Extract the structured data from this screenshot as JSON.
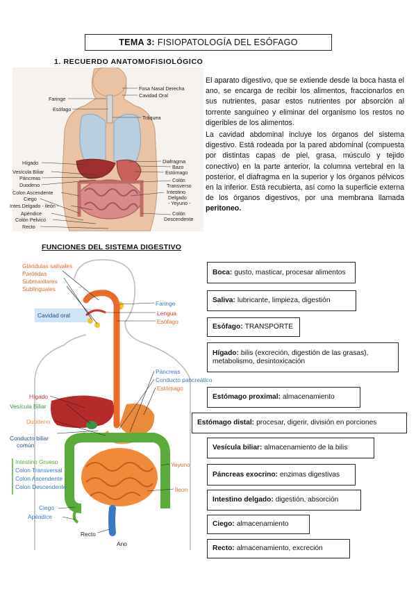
{
  "header": {
    "title_bold": "TEMA 3:",
    "title_rest": "FISIOPATOLOGÍA DEL ESÓFAGO"
  },
  "section1": {
    "heading": "1.   RECUERDO ANATOMOFISIOLÓGICO",
    "paragraph1": "El aparato digestivo, que se extiende desde la boca hasta el ano, se encarga de recibir los alimentos, fraccionarlos en sus nutrientes, pasar estos nutrientes por absorción al torrente sanguíneo y eliminar del organismo los restos no digeribles de los alimentos.",
    "paragraph2": "La cavidad abdominal incluye los órganos del sistema digestivo. Está rodeada por la pared abdominal (compuesta por distintas capas de piel, grasa, músculo y tejido conectivo) en la parte anterior, la columna vertebral en la posterior, el diafragma en la superior y los órganos pélvicos en la inferior. Está recubierta, así como la superficie externa de los órganos digestivos, por una membrana llamada",
    "paragraph2_bold": "peritoneo."
  },
  "figure1": {
    "labels_left": [
      "Faringe",
      "Esófago",
      "Hígado",
      "Vesícula Biliar",
      "Páncreas",
      "Duodeno",
      "Colon Ascendente",
      "Ciego",
      "Intes.Delgado - ileón -",
      "Apéndice",
      "Colón Pelvico",
      "Recto"
    ],
    "labels_right": [
      "Fosa Nasal Derecha",
      "Cavidad Oral",
      "Tráquea",
      "Diafragma",
      "Bazo",
      "Estómago",
      "Colón",
      "Transverso",
      "Intestino",
      "Delgado",
      "- Yeyuno -",
      "Colón",
      "Descendente"
    ]
  },
  "section2": {
    "heading": "FUNCIONES DEL SISTEMA DIGESTIVO"
  },
  "figure2": {
    "salivales_title": "Glándulas salivales",
    "salivales": [
      "Parótidas",
      "Submaxilares",
      "Sublinguales"
    ],
    "cavidad_oral": "Cavidad oral",
    "right_top": [
      "Faringe",
      "Lengua",
      "Esófago"
    ],
    "right_mid": [
      "Páncreas",
      "Conducto pancreático",
      "Estómago"
    ],
    "left_mid": [
      "Hígado",
      "Vesícula Biliar",
      "Duodeno",
      "Conducto biliar",
      "común"
    ],
    "intestino": [
      "Intestino Grueso",
      "Colon Transversal",
      "Colon Ascendente",
      "Colon Descendente"
    ],
    "right_low": [
      "Yeyuno",
      "Íleon"
    ],
    "bottom_left": [
      "Ciego",
      "Apéndice",
      "Recto"
    ],
    "ano": "Ano",
    "colors": {
      "salivales": "#e06a2c",
      "faringe": "#3a78c2",
      "lengua": "#d9342b",
      "higado": "#c23a35",
      "vesicula": "#3f8f4e",
      "duodeno": "#e88a3a",
      "intestino": "#5aaa3c"
    }
  },
  "functions": [
    {
      "bold": "Boca:",
      "text": "gusto, masticar, procesar alimentos"
    },
    {
      "bold": "Saliva:",
      "text": "lubricante, limpieza, digestión"
    },
    {
      "bold": "Esófago:",
      "text": "TRANSPORTE"
    },
    {
      "bold": "Hígado:",
      "text": "bilis (excreción, digestión de las grasas), metabolismo, desintoxicación"
    },
    {
      "bold": "Estómago proximal:",
      "text": "almacenamiento"
    },
    {
      "bold": "Estómago distal:",
      "text": "procesar, digerir, división en porciones"
    },
    {
      "bold": "Vesícula biliar:",
      "text": "almacenamiento de la bilis"
    },
    {
      "bold": "Páncreas exocrino:",
      "text": "enzimas digestivas"
    },
    {
      "bold": "Intestino delgado:",
      "text": "digestión, absorción"
    },
    {
      "bold": "Ciego:",
      "text": "almacenamiento"
    },
    {
      "bold": "Recto:",
      "text": "almacenamiento, excreción"
    }
  ]
}
